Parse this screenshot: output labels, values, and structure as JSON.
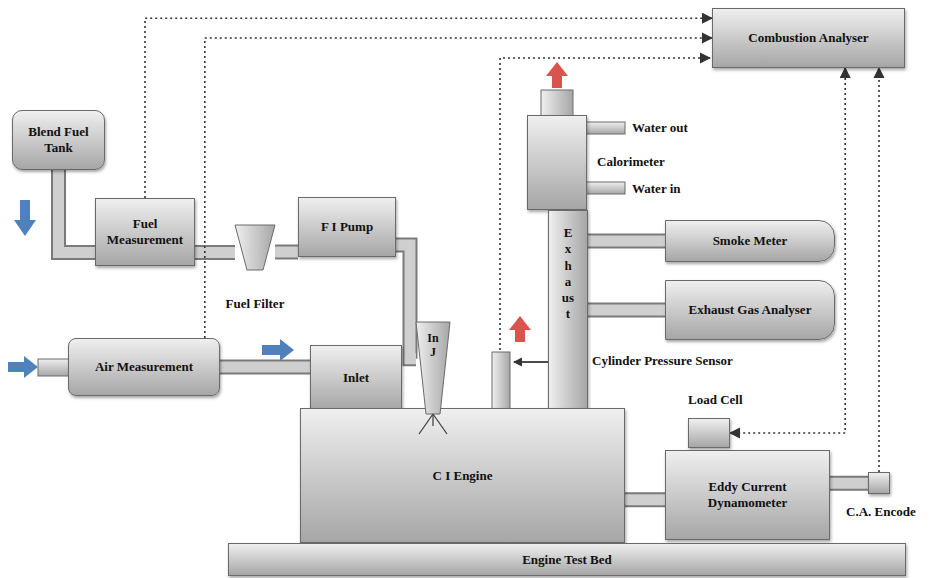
{
  "diagram": {
    "nodes": [
      {
        "text": [
          "Combustion Analyser"
        ]
      },
      {
        "text": [
          "Blend Fuel Tank"
        ]
      },
      {
        "text": [
          "Fuel Measurement"
        ]
      },
      {
        "text": [
          "Fuel Filter"
        ]
      },
      {
        "text": [
          "F I Pump"
        ]
      },
      {
        "text": [
          "Air Measurement"
        ]
      },
      {
        "text": [
          "Inlet"
        ]
      },
      {
        "text": [
          "InJ"
        ]
      },
      {
        "text": [
          "Calorimeter"
        ]
      },
      {
        "text": [
          "Exhaust"
        ]
      },
      {
        "text": [
          "Smoke Meter"
        ]
      },
      {
        "text": [
          "Exhaust Gas Analyser"
        ]
      },
      {
        "text": [
          "C I Engine"
        ]
      },
      {
        "text": [
          "Load Cell"
        ]
      },
      {
        "text": [
          "Eddy Current Dynamometer"
        ]
      },
      {
        "text": [
          "C.A. Encode"
        ]
      },
      {
        "text": [
          "Engine Test Bed"
        ]
      }
    ],
    "edges": [
      {
        "from": 1,
        "to": 2,
        "arrow": "none"
      },
      {
        "from": 2,
        "to": 3,
        "arrow": "none"
      },
      {
        "from": 3,
        "to": 4,
        "arrow": "none"
      },
      {
        "from": 4,
        "to": 7,
        "arrow": "none"
      },
      {
        "from": 5,
        "to": 6,
        "arrow": "none"
      },
      {
        "from": 9,
        "to": 10,
        "arrow": "none"
      },
      {
        "from": 9,
        "to": 11,
        "arrow": "none"
      },
      {
        "from": 12,
        "to": 14,
        "arrow": "none"
      },
      {
        "from": 14,
        "to": 15,
        "arrow": "none"
      },
      {
        "from": 2,
        "to": 0,
        "arrow": "to"
      },
      {
        "from": 5,
        "to": 0,
        "arrow": "to"
      },
      {
        "from": 0,
        "to": 13,
        "arrow": "both"
      },
      {
        "from": 15,
        "to": 0,
        "arrow": "to"
      }
    ],
    "labels": [
      "Water out",
      "Water in",
      "Cylinder Pressure Sensor"
    ]
  }
}
